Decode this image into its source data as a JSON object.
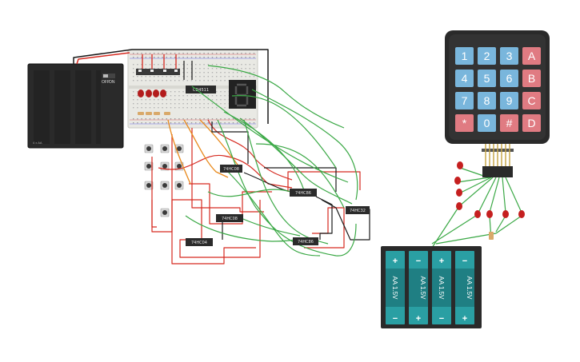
{
  "colors": {
    "wire_red": "#d62a20",
    "wire_green": "#3aa845",
    "wire_black": "#1a1a1a",
    "wire_orange": "#e8891c",
    "key_blue": "#79b6dc",
    "key_red": "#e07b82",
    "battery_teal": "#2a9fa3",
    "led_red": "#c51f1f"
  },
  "battery_pack_left": {
    "label": "4 x AA",
    "switch_off": "OFF",
    "switch_on": "ON"
  },
  "keypad": {
    "keys": [
      {
        "label": "1",
        "kind": "digit"
      },
      {
        "label": "2",
        "kind": "digit"
      },
      {
        "label": "3",
        "kind": "digit"
      },
      {
        "label": "A",
        "kind": "letter"
      },
      {
        "label": "4",
        "kind": "digit"
      },
      {
        "label": "5",
        "kind": "digit"
      },
      {
        "label": "6",
        "kind": "digit"
      },
      {
        "label": "B",
        "kind": "letter"
      },
      {
        "label": "7",
        "kind": "digit"
      },
      {
        "label": "8",
        "kind": "digit"
      },
      {
        "label": "9",
        "kind": "digit"
      },
      {
        "label": "C",
        "kind": "letter"
      },
      {
        "label": "*",
        "kind": "letter"
      },
      {
        "label": "0",
        "kind": "digit"
      },
      {
        "label": "#",
        "kind": "letter"
      },
      {
        "label": "D",
        "kind": "letter"
      }
    ]
  },
  "chips": {
    "breadboard_chip": "CD4511",
    "chip_1": "74HC08",
    "chip_2": "74HC86",
    "chip_3": "74HC32",
    "chip_4": "74HC08",
    "chip_5": "74HC86",
    "chip_6": "74HC04"
  },
  "battery_cells": [
    {
      "label": "AA 1.5V",
      "top": "+",
      "bottom": "−"
    },
    {
      "label": "AA 1.5V",
      "top": "−",
      "bottom": "+"
    },
    {
      "label": "AA 1.5V",
      "top": "+",
      "bottom": "−"
    },
    {
      "label": "AA 1.5V",
      "top": "−",
      "bottom": "+"
    }
  ]
}
